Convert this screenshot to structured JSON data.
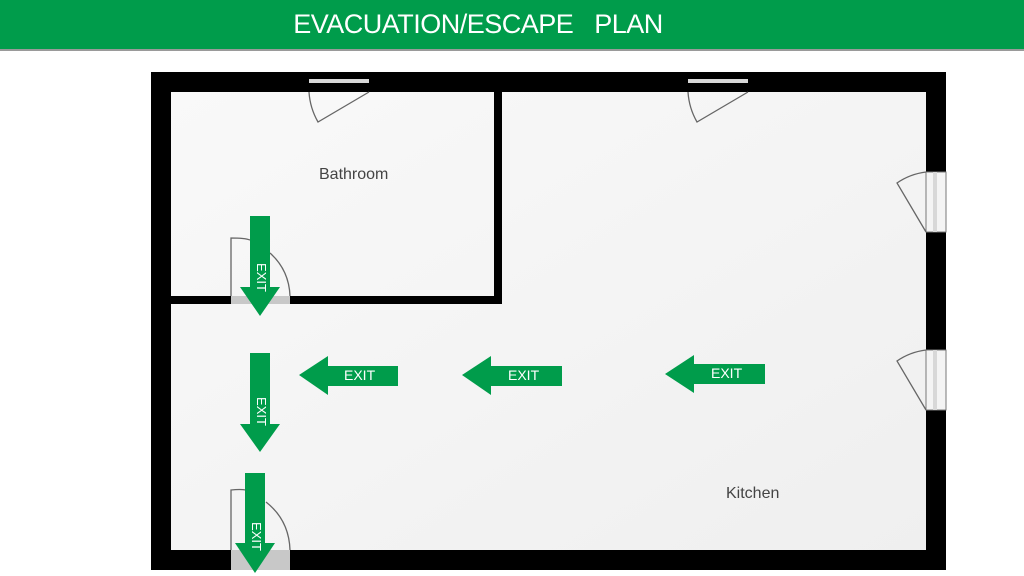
{
  "header": {
    "title": "EVACUATION/ESCAPE   PLAN"
  },
  "colors": {
    "brand_green": "#009c4b",
    "wall": "#000000",
    "floor": "#f4f4f4",
    "threshold": "#c8c8c8"
  },
  "rooms": [
    {
      "name": "Bathroom"
    },
    {
      "name": "Kitchen"
    }
  ],
  "exit_arrows": [
    {
      "label": "EXIT",
      "direction": "down",
      "location": "bathroom-door"
    },
    {
      "label": "EXIT",
      "direction": "left",
      "location": "kitchen-left"
    },
    {
      "label": "EXIT",
      "direction": "left",
      "location": "kitchen-center"
    },
    {
      "label": "EXIT",
      "direction": "left",
      "location": "kitchen-right"
    },
    {
      "label": "EXIT",
      "direction": "down",
      "location": "kitchen-left-column"
    },
    {
      "label": "EXIT",
      "direction": "down",
      "location": "main-exit-door"
    }
  ]
}
